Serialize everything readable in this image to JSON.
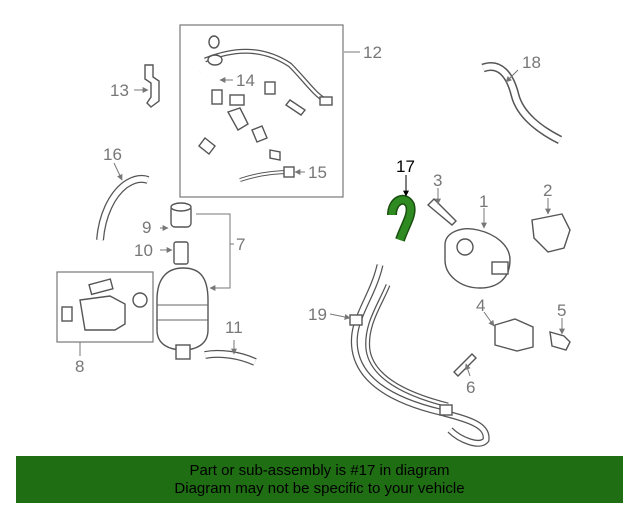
{
  "diagram": {
    "highlight_color": "#1f6e14",
    "callouts": [
      "1",
      "2",
      "3",
      "4",
      "5",
      "6",
      "7",
      "8",
      "9",
      "10",
      "11",
      "12",
      "13",
      "14",
      "15",
      "16",
      "17",
      "18",
      "19"
    ],
    "highlighted_callout": "17"
  },
  "banner": {
    "line1": "Part or sub-assembly is #17 in diagram",
    "line2": "Diagram may not be specific to your vehicle",
    "background": "#1f6e14"
  }
}
